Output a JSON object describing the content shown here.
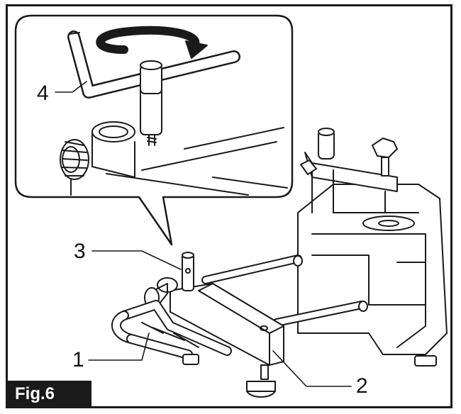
{
  "figure": {
    "label": "Fig.6",
    "callouts": [
      {
        "id": "1",
        "text": "1"
      },
      {
        "id": "2",
        "text": "2"
      },
      {
        "id": "3",
        "text": "3"
      },
      {
        "id": "4",
        "text": "4"
      }
    ]
  },
  "colors": {
    "line": "#1a1a1a",
    "fill": "#ffffff",
    "label_bg": "#1a1a1a",
    "label_text": "#ffffff"
  }
}
